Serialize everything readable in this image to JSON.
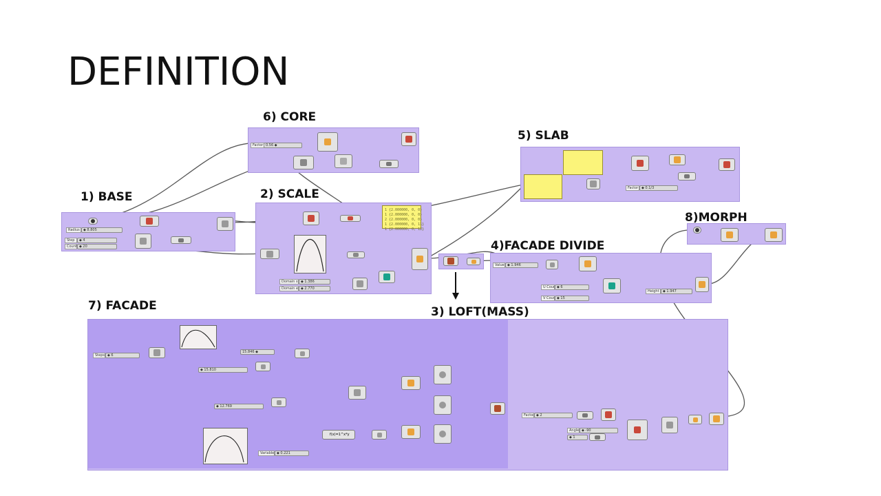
{
  "slide": {
    "title": "DEFINITION"
  },
  "groups": {
    "base": "1) BASE",
    "scale": "2) SCALE",
    "loft": "3) LOFT(MASS)",
    "facade_divide": "4)FACADE DIVIDE",
    "slab": "5) SLAB",
    "core": "6) CORE",
    "facade": "7) FACADE",
    "morph": "8)MORPH"
  },
  "sliders": {
    "base_radius": "Radius",
    "base_radius_val": "◆ 8.805",
    "base_step": "Step",
    "base_step_val": "◆ 4",
    "base_count": "Count",
    "base_count_val": "◆ 20",
    "core_factor": "Factor",
    "core_factor_val": "0.56 ◆",
    "slab_factor": "Factor",
    "slab_factor_val": "◆ 0.1/3",
    "domain_start": "Domain start",
    "domain_start_val": "◆ 1.386",
    "domain_end": "Domain end",
    "domain_end_val": "◆ 2.770",
    "fd_value": "Value",
    "fd_value_val": "◆ 1.946",
    "fd_ucount": "U Count",
    "fd_ucount_val": "◆ 6",
    "fd_vcount": "V Count",
    "fd_vcount_val": "◆ 15",
    "fd_height": "Height",
    "fd_height_val": "◆ 1.947",
    "f_steps": "Steps",
    "f_steps_val": "◆ 6",
    "f_a_val": "15.846 ◆",
    "f_b_val": "◆ 15.810",
    "f_c_val": "◆ 12.769",
    "f_variable": "Variable y",
    "f_variable_val": "◆ 0.221",
    "f_factor": "Factor",
    "f_factor_val": "◆ 2",
    "f_angle": "Angle",
    "f_angle_val": "◆ -90",
    "f_angle2_val": "◆ 1"
  },
  "panel_text": "1 {2.000000, 0, 0}\n1 {2.000000, 0, 0}\n2 {2.000000, 0, 0}\n1 {2.000000, 0, 11}\n1 {2.000000, 0, 12}",
  "expression_text": "f(x)=1^x*y",
  "colors": {
    "group_fill": "#c9b8f2",
    "group_dark": "#b39ef0",
    "yellow_panel": "#fbf47a"
  }
}
